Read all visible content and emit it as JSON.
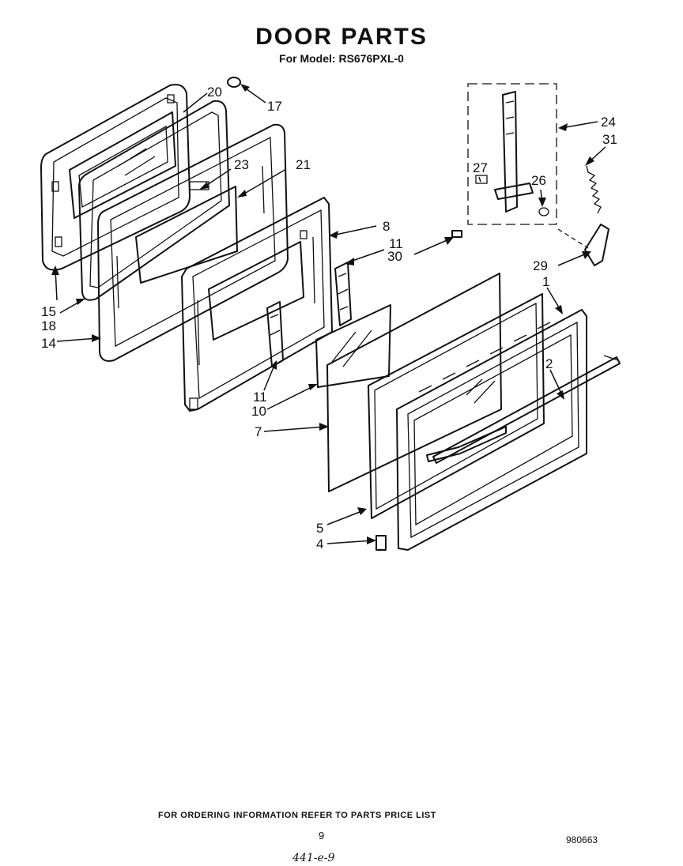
{
  "title": "DOOR PARTS",
  "subtitle": "For Model: RS676PXL-0",
  "footer": {
    "ordering_note": "FOR ORDERING INFORMATION REFER TO PARTS PRICE LIST",
    "page_number": "9",
    "doc_number": "980663",
    "handwritten_note": "441-e-9"
  },
  "callouts": {
    "c1": "1",
    "c2": "2",
    "c4": "4",
    "c5": "5",
    "c7": "7",
    "c8": "8",
    "c10": "10",
    "c11a": "11",
    "c11b": "11",
    "c14": "14",
    "c15": "15",
    "c17": "17",
    "c18": "18",
    "c20": "20",
    "c21": "21",
    "c23": "23",
    "c24": "24",
    "c26": "26",
    "c27": "27",
    "c29": "29",
    "c30": "30",
    "c31": "31"
  }
}
